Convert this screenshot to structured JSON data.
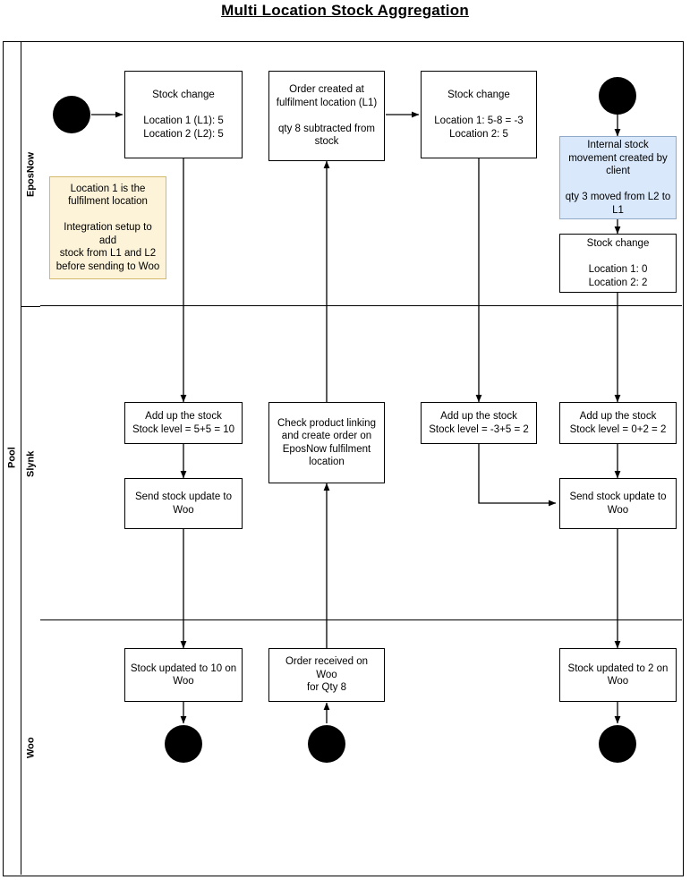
{
  "title": "Multi Location Stock Aggregation",
  "pool": {
    "label": "Pool",
    "lanes": [
      {
        "id": "eposnow",
        "label": "EposNow"
      },
      {
        "id": "slynk",
        "label": "Slynk"
      },
      {
        "id": "woo",
        "label": "Woo"
      }
    ]
  },
  "colors": {
    "highlight_blue": "#d9e8fb",
    "note_yellow": "#fdf3d8",
    "note_border": "#d4b96a",
    "line": "#000000"
  },
  "nodes": {
    "start_event_1": {
      "type": "start-event",
      "label": ""
    },
    "start_event_2": {
      "type": "start-event",
      "label": ""
    },
    "end_event_1": {
      "type": "end-event",
      "label": ""
    },
    "end_event_2": {
      "type": "end-event",
      "label": ""
    },
    "end_event_3": {
      "type": "end-event",
      "label": ""
    },
    "epos_stock_change_1": {
      "label": "Stock change\n\nLocation 1 (L1): 5\nLocation 2 (L2): 5"
    },
    "epos_order_created": {
      "label": "Order created at\nfulfilment location (L1)\n\nqty 8 subtracted from\nstock"
    },
    "epos_stock_change_2": {
      "label": "Stock change\n\nLocation 1: 5-8 = -3\nLocation 2: 5"
    },
    "epos_internal_move": {
      "label": "Internal stock\nmovement created by\nclient\n\nqty 3 moved from L2 to\nL1"
    },
    "epos_stock_change_3": {
      "label": "Stock change\n\nLocation 1: 0\nLocation 2: 2"
    },
    "epos_note": {
      "label": "Location 1 is the\nfulfilment location\n\nIntegration setup to add\nstock from L1 and L2\nbefore sending to Woo"
    },
    "slynk_add_up_1": {
      "label": "Add up the stock\nStock level = 5+5 = 10"
    },
    "slynk_send_update_1": {
      "label": "Send stock update to\nWoo"
    },
    "slynk_check_product": {
      "label": "Check product linking\nand create order on\nEposNow fulfilment\nlocation"
    },
    "slynk_add_up_2": {
      "label": "Add up the stock\nStock level = -3+5 = 2"
    },
    "slynk_add_up_3": {
      "label": "Add up the stock\nStock level = 0+2 = 2"
    },
    "slynk_send_update_2": {
      "label": "Send stock update to\nWoo"
    },
    "woo_stock_updated_10": {
      "label": "Stock updated to 10 on\nWoo"
    },
    "woo_order_received": {
      "label": "Order received on Woo\nfor Qty 8"
    },
    "woo_stock_updated_2": {
      "label": "Stock updated to 2 on\nWoo"
    }
  }
}
